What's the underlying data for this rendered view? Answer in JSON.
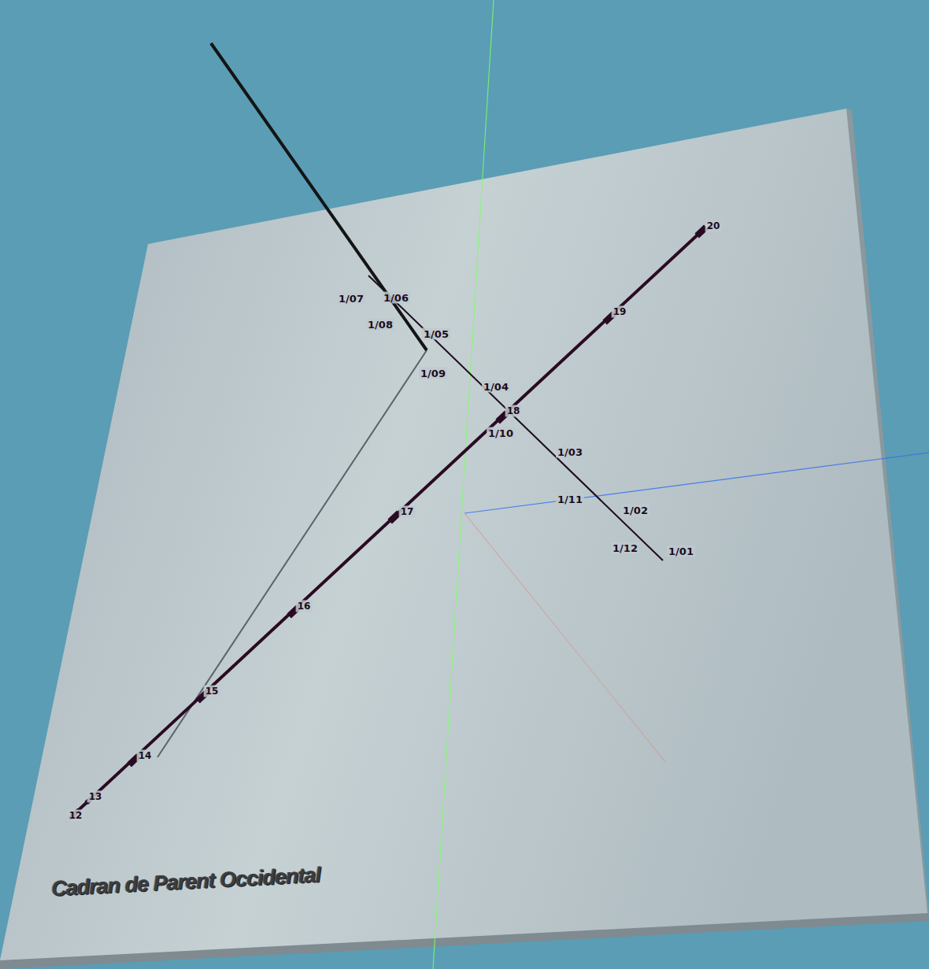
{
  "diagram": {
    "title": "Cadran de Parent Occidental",
    "labels": [
      "1/07",
      "1/06",
      "1/08",
      "1/05",
      "1/09",
      "1/04",
      "1/10",
      "1/03",
      "1/11",
      "1/02",
      "1/12",
      "1/01",
      "20",
      "19",
      "18",
      "17",
      "16",
      "15",
      "14",
      "13",
      "12"
    ]
  }
}
